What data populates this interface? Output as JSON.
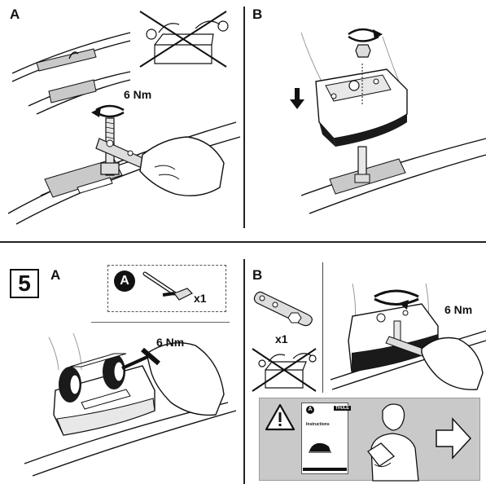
{
  "panels": {
    "top_left": {
      "letter": "A",
      "torque": "6 Nm"
    },
    "top_right": {
      "letter": "B"
    },
    "step5_a": {
      "letter": "A",
      "step_number": "5",
      "tool_badge": "A",
      "tool_qty": "x1",
      "torque": "6 Nm"
    },
    "step5_b": {
      "letter": "B",
      "wrench_qty": "x1",
      "torque": "6 Nm"
    },
    "instructions_box": {
      "book_badge": "A",
      "book_brand": "THULE",
      "book_title": "Instructions"
    }
  },
  "colors": {
    "grey_panel": "#c9c9c9",
    "line": "#111111",
    "rubber": "#1a1a1a"
  }
}
